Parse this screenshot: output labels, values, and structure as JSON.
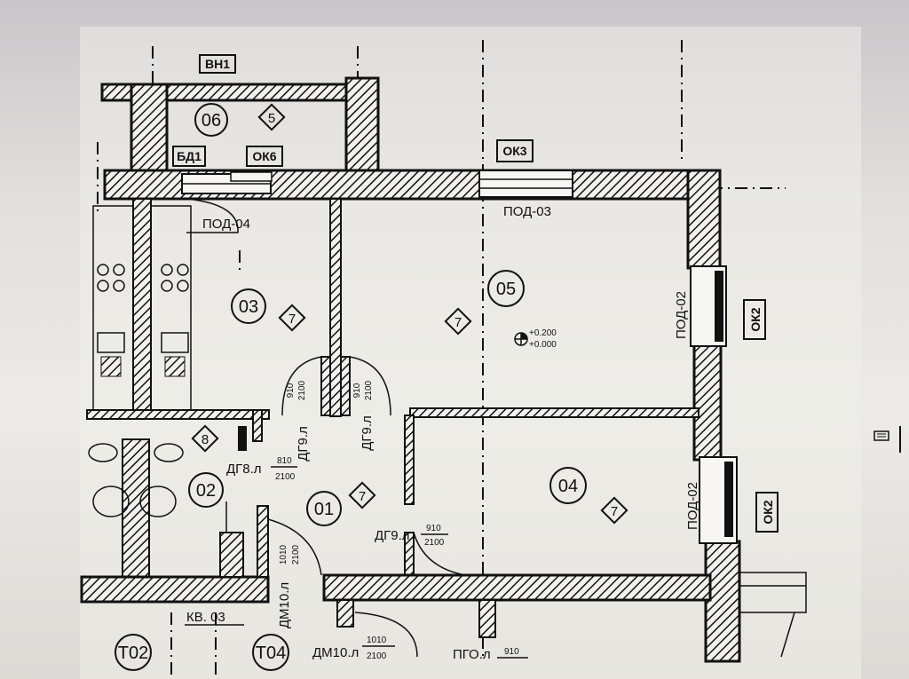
{
  "tags": {
    "vn1": "ВН1",
    "bd1": "БД1",
    "ok6": "ОК6",
    "ok3": "ОК3",
    "ok2a": "ОК2",
    "ok2b": "ОК2"
  },
  "openings": {
    "pod04": "ПОД-04",
    "pod03": "ПОД-03",
    "pod02a": "ПОД-02",
    "pod02b": "ПОД-02"
  },
  "rooms": {
    "r06": "06",
    "r03": "03",
    "r05": "05",
    "r04": "04",
    "r02": "02",
    "r01": "01"
  },
  "diamonds": {
    "d06": "5",
    "d03": "7",
    "d05": "7",
    "d04": "7",
    "d01": "7",
    "d02": "8"
  },
  "levels": {
    "top": "+0.200",
    "bottom": "+0.000"
  },
  "doors": {
    "dg9a": {
      "name": "ДГ9.л",
      "w": "910",
      "h": "2100"
    },
    "dg9b": {
      "name": "ДГ9.л",
      "w": "910",
      "h": "2100"
    },
    "dg9c": {
      "name": "ДГ9.л",
      "w": "910",
      "h": "2100"
    },
    "dg8": {
      "name": "ДГ8.л",
      "w": "810",
      "h": "2100"
    },
    "dm10a": {
      "name": "ДМ10.л",
      "w": "1010",
      "h": "2100"
    },
    "dm10b": {
      "name": "ДМ10.л",
      "w": "1010",
      "h": "2100"
    },
    "pgo": {
      "name": "ПГО.л",
      "w": "910"
    }
  },
  "apartment": "КВ. 03",
  "axes": {
    "t02": "Т02",
    "t04": "Т04"
  }
}
